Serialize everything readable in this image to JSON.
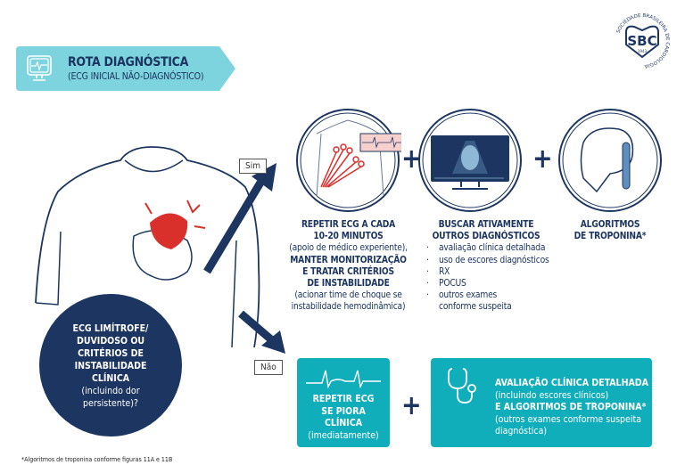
{
  "header": {
    "title": "ROTA DIAGNÓSTICA",
    "subtitle": "(ECG INICIAL NÃO-DIAGNÓSTICO)",
    "icon": "ecg-monitor-icon"
  },
  "logo": {
    "text": "SBC",
    "ring_text": "SOCIEDADE BRASILEIRA DE CARDIOLOGIA",
    "year": "1943"
  },
  "question": {
    "bold_lines": [
      "ECG LIMÍTROFE/",
      "DUVIDOSO OU",
      "CRITÉRIOS DE",
      "INSTABILIDADE",
      "CLÍNICA"
    ],
    "normal_lines": [
      "(incluindo dor",
      "persistente)?"
    ]
  },
  "branches": {
    "yes": "Sim",
    "no": "Não"
  },
  "yes_path": {
    "col1": {
      "b1": "REPETIR ECG A CADA",
      "b2": "10-20 MINUTOS",
      "n1": "(apoio de médico experiente),",
      "b3": "MANTER MONITORIZAÇÃO",
      "b4": "E TRATAR CRITÉRIOS",
      "b5": "DE INSTABILIDADE",
      "n2": "(acionar time de choque se",
      "n3": "instabilidade hemodinâmica)"
    },
    "col2": {
      "b1": "BUSCAR ATIVAMENTE",
      "b2": "OUTROS DIAGNÓSTICOS",
      "items": [
        "avaliação clínica detalhada",
        "uso de escores diagnósticos",
        "RX",
        "POCUS",
        "outros exames conforme suspeita"
      ]
    },
    "col3": {
      "b1": "ALGORITMOS",
      "b2": "DE TROPONINA*"
    }
  },
  "no_path": {
    "box1": {
      "b1": "REPETIR ECG",
      "b2": "SE PIORA",
      "b3": "CLÍNICA",
      "n1": "(imediatamente)"
    },
    "box2": {
      "b1": "AVALIAÇÃO CLÍNICA DETALHADA",
      "n1": "(incluindo escores clínicos)",
      "b2": "E ALGORITMOS DE TROPONINA*",
      "n2": "(outros exames conforme suspeita diagnóstica)"
    }
  },
  "plus": "+",
  "footnote": "*Algoritmos de troponina conforme figuras 11A e 11B",
  "colors": {
    "navy": "#1c3661",
    "teal": "#10adbb",
    "light_teal": "#7dd3de",
    "red": "#d9302c"
  }
}
